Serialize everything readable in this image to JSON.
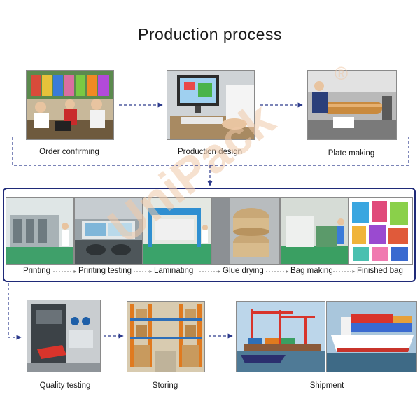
{
  "title": "Production process",
  "watermark": "UniPack",
  "registered_mark": "®",
  "colors": {
    "frame": "#1f2a78",
    "arrow": "#2c3a8c",
    "watermark": "#f0c9a8"
  },
  "top_row": [
    {
      "label": "Order confirming"
    },
    {
      "label": "Production design"
    },
    {
      "label": "Plate making"
    }
  ],
  "middle_row": [
    {
      "label": "Printing"
    },
    {
      "label": "Printing testing"
    },
    {
      "label": "Laminating"
    },
    {
      "label": "Glue drying"
    },
    {
      "label": "Bag making"
    },
    {
      "label": "Finished bag"
    }
  ],
  "bottom_row": [
    {
      "label": "Quality testing"
    },
    {
      "label": "Storing"
    },
    {
      "label": "Shipment"
    }
  ]
}
